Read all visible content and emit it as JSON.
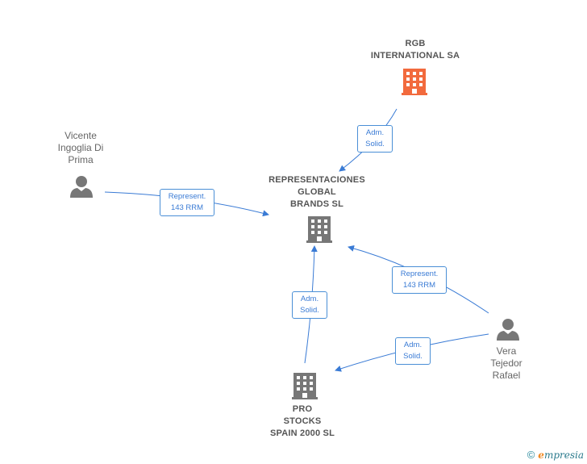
{
  "nodes": {
    "rgb": {
      "label": "RGB\nINTERNATIONAL SA",
      "type": "company",
      "color": "#f26a3d"
    },
    "representaciones": {
      "label": "REPRESENTACIONES\nGLOBAL\nBRANDS  SL",
      "type": "company",
      "color": "#777777"
    },
    "pro_stocks": {
      "label": "PRO\nSTOCKS\nSPAIN 2000 SL",
      "type": "company",
      "color": "#777777"
    },
    "vicente": {
      "label": "Vicente\nIngoglia Di\nPrima",
      "type": "person",
      "color": "#777777"
    },
    "vera": {
      "label": "Vera\nTejedor\nRafael",
      "type": "person",
      "color": "#777777"
    }
  },
  "edges": {
    "rgb_rep": {
      "label": "Adm.\nSolid."
    },
    "vicente_rep": {
      "label": "Represent.\n143 RRM"
    },
    "vera_rep": {
      "label": "Represent.\n143 RRM"
    },
    "pro_rep": {
      "label": "Adm.\nSolid."
    },
    "vera_pro": {
      "label": "Adm.\nSolid."
    }
  },
  "colors": {
    "edge": "#3a7bd5",
    "edge_label_border": "#4a8fd6"
  },
  "footer": {
    "copyright": "©",
    "brand_initial": "e",
    "brand_rest": "mpresia"
  }
}
